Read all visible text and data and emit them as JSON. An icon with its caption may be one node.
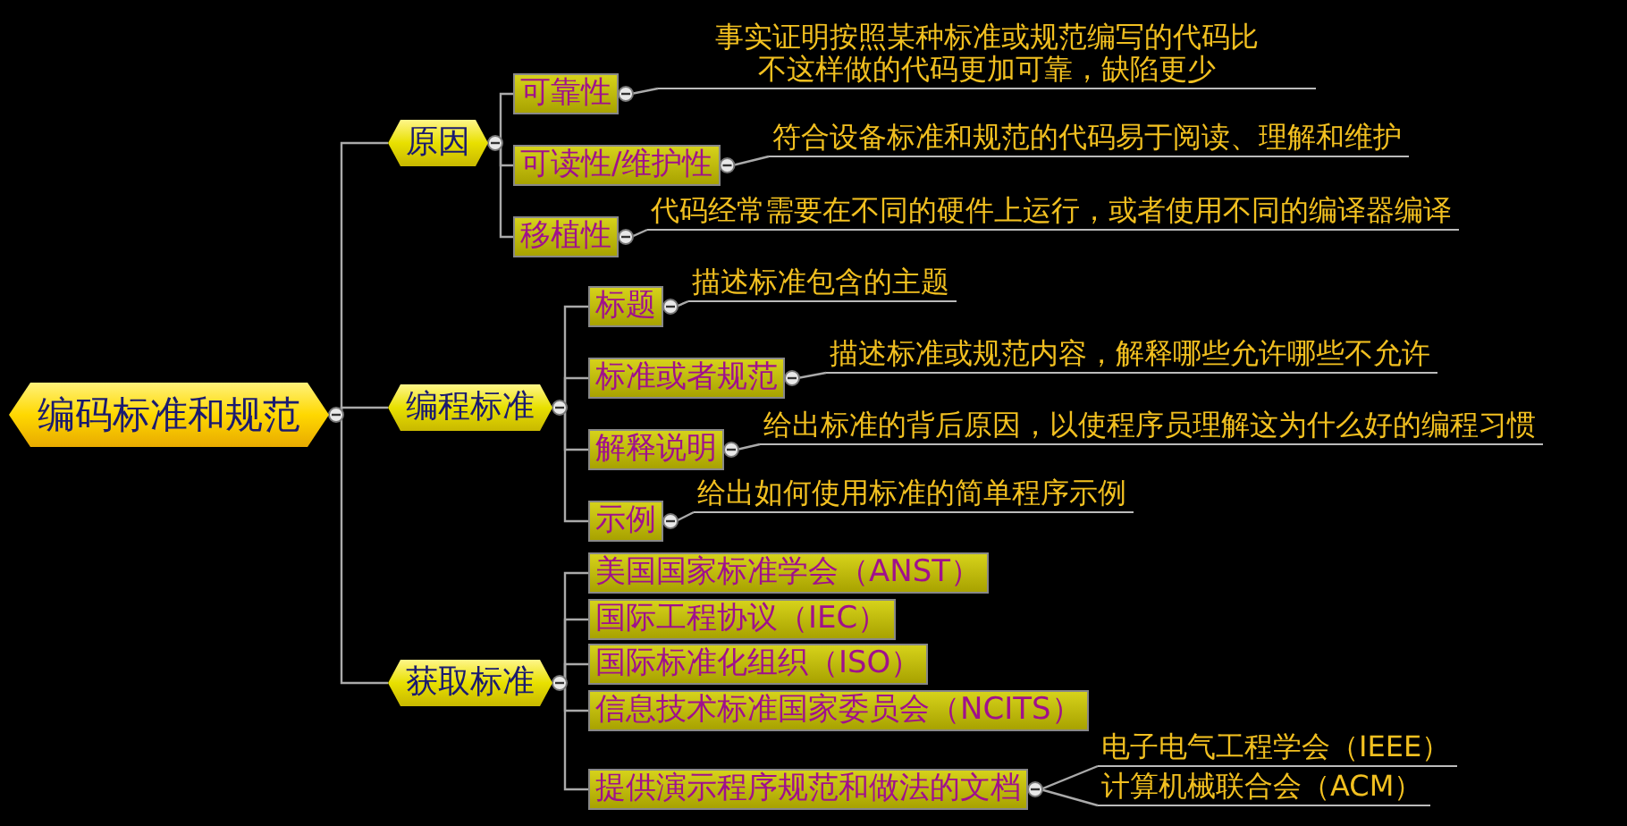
{
  "diagram": {
    "nodes": [
      {
        "text": [
          "编码标准和规范"
        ]
      },
      {
        "text": [
          "原因"
        ]
      },
      {
        "text": [
          "编程标准"
        ]
      },
      {
        "text": [
          "获取标准"
        ]
      },
      {
        "text": [
          "可靠性"
        ]
      },
      {
        "text": [
          "事实证明按照某种标准或规范编写的代码比不这样做的代码更加可靠，缺陷更少"
        ]
      },
      {
        "text": [
          "可读性/维护性"
        ]
      },
      {
        "text": [
          "符合设备标准和规范的代码易于阅读、理解和维护"
        ]
      },
      {
        "text": [
          "移植性"
        ]
      },
      {
        "text": [
          "代码经常需要在不同的硬件上运行，或者使用不同的编译器编译"
        ]
      },
      {
        "text": [
          "标题"
        ]
      },
      {
        "text": [
          "描述标准包含的主题"
        ]
      },
      {
        "text": [
          "标准或者规范"
        ]
      },
      {
        "text": [
          "描述标准或规范内容，解释哪些允许哪些不允许"
        ]
      },
      {
        "text": [
          "解释说明"
        ]
      },
      {
        "text": [
          "给出标准的背后原因，以使程序员理解这为什么好的编程习惯"
        ]
      },
      {
        "text": [
          "示例"
        ]
      },
      {
        "text": [
          "给出如何使用标准的简单程序示例"
        ]
      },
      {
        "text": [
          "美国国家标准学会（ANST）"
        ]
      },
      {
        "text": [
          "国际工程协议（IEC）"
        ]
      },
      {
        "text": [
          "国际标准化组织（ISO）"
        ]
      },
      {
        "text": [
          "信息技术标准国家委员会（NCITS）"
        ]
      },
      {
        "text": [
          "提供演示程序规范和做法的文档"
        ]
      },
      {
        "text": [
          "电子电气工程学会（IEEE）"
        ]
      },
      {
        "text": [
          "计算机械联合会（ACM）"
        ]
      }
    ],
    "edges": [
      {
        "from": 0,
        "to": 1,
        "arrow": "none"
      },
      {
        "from": 0,
        "to": 2,
        "arrow": "none"
      },
      {
        "from": 0,
        "to": 3,
        "arrow": "none"
      },
      {
        "from": 1,
        "to": 4,
        "arrow": "none"
      },
      {
        "from": 4,
        "to": 5,
        "arrow": "none"
      },
      {
        "from": 1,
        "to": 6,
        "arrow": "none"
      },
      {
        "from": 6,
        "to": 7,
        "arrow": "none"
      },
      {
        "from": 1,
        "to": 8,
        "arrow": "none"
      },
      {
        "from": 8,
        "to": 9,
        "arrow": "none"
      },
      {
        "from": 2,
        "to": 10,
        "arrow": "none"
      },
      {
        "from": 10,
        "to": 11,
        "arrow": "none"
      },
      {
        "from": 2,
        "to": 12,
        "arrow": "none"
      },
      {
        "from": 12,
        "to": 13,
        "arrow": "none"
      },
      {
        "from": 2,
        "to": 14,
        "arrow": "none"
      },
      {
        "from": 14,
        "to": 15,
        "arrow": "none"
      },
      {
        "from": 2,
        "to": 16,
        "arrow": "none"
      },
      {
        "from": 16,
        "to": 17,
        "arrow": "none"
      },
      {
        "from": 3,
        "to": 18,
        "arrow": "none"
      },
      {
        "from": 3,
        "to": 19,
        "arrow": "none"
      },
      {
        "from": 3,
        "to": 20,
        "arrow": "none"
      },
      {
        "from": 3,
        "to": 21,
        "arrow": "none"
      },
      {
        "from": 3,
        "to": 22,
        "arrow": "none"
      },
      {
        "from": 22,
        "to": 23,
        "arrow": "none"
      },
      {
        "from": 22,
        "to": 24,
        "arrow": "none"
      }
    ]
  }
}
